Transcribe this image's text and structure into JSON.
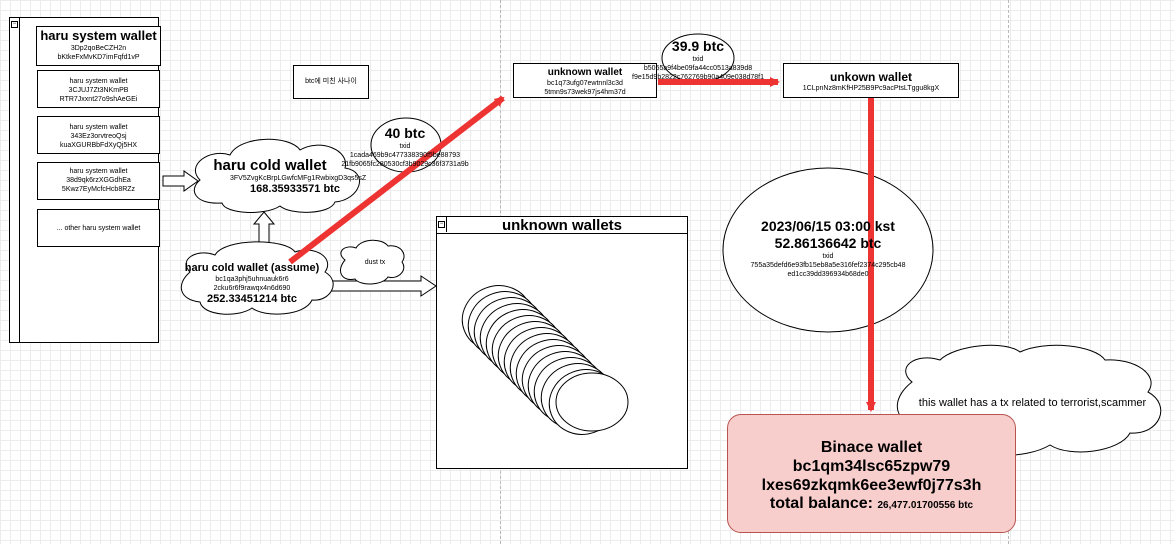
{
  "system_panel": {
    "main_wallet": {
      "title": "haru system wallet",
      "addr1": "3Dp2qoBeCZH2n",
      "addr2": "bKtkeFxMvKD7imFqfd1vP"
    },
    "wallets": [
      {
        "title": "haru system wallet",
        "addr1": "3CJUJ7Zt3NKmPB",
        "addr2": "RTR7Jxxnt27o9shAeGEi"
      },
      {
        "title": "haru system wallet",
        "addr1": "343Ez3orvtreoQsj",
        "addr2": "kuaXGURBbFdXyQj5HX"
      },
      {
        "title": "haru system wallet",
        "addr1": "38d9qk6rzXGGdhEa",
        "addr2": "5Kwz7EyMcfcHcb8RZz"
      }
    ],
    "other_label": "... other haru system wallet"
  },
  "note_box": "btc에 미친 사나이",
  "cold_wallet": {
    "title": "haru cold wallet",
    "addr": "3FV5ZvgKcBrpLGwfcMFg1RwbixgD3qs5sZ",
    "balance": "168.35933571 btc"
  },
  "cold_wallet_assume": {
    "title": "haru cold wallet (assume)",
    "addr1": "bc1qa3phj5uhnuauk6r6",
    "addr2": "2cku6r6f9rawqx4n6d690",
    "balance": "252.33451214 btc"
  },
  "dust_tx": "dust tx",
  "tx_40": {
    "amount": "40 btc",
    "label": "txid",
    "line1": "1cada469b9c477338390f5be88793",
    "line2": "21fb9065fc280530cf3b9029c36f3731a9b"
  },
  "unknown_wallet_1": {
    "title": "unknown wallet",
    "addr1": "bc1q73ufg07ewtnnl3c3d",
    "addr2": "5tmn9s73wek97js4hm37d"
  },
  "tx_39": {
    "amount": "39.9 btc",
    "label": "txid",
    "line1": "b5055a9f4be09fa44cc0513a839d8",
    "line2": "f9e15d9b2822c762769b90a409e038d78f1"
  },
  "unknown_wallet_2": {
    "title": "unkown wallet",
    "addr": "1CLpnNz8mKfHP25B9Pc9acPtsLTggu8kgX"
  },
  "unknown_wallets_group": {
    "title": "unknown wallets"
  },
  "tx_2023": {
    "date": "2023/06/15 03:00 kst",
    "amount": "52.86136642 btc",
    "label": "txid",
    "line1": "755a35defd6e93fb15eb8a5e316fef2374c295cb48",
    "line2": "ed1cc39dd396934b68de0"
  },
  "binance": {
    "title": "Binace wallet",
    "addr1": "bc1qm34lsc65zpw79",
    "addr2": "lxes69zkqmk6ee3ewf0j77s3h",
    "balance_label": "total balance:",
    "balance_value": "26,477.01700556 btc"
  },
  "terror_note": "this wallet has a tx related to terrorist,scammer",
  "colors": {
    "arrow": "#ee3333",
    "binance_fill": "#f8cecc",
    "binance_border": "#b85450"
  }
}
